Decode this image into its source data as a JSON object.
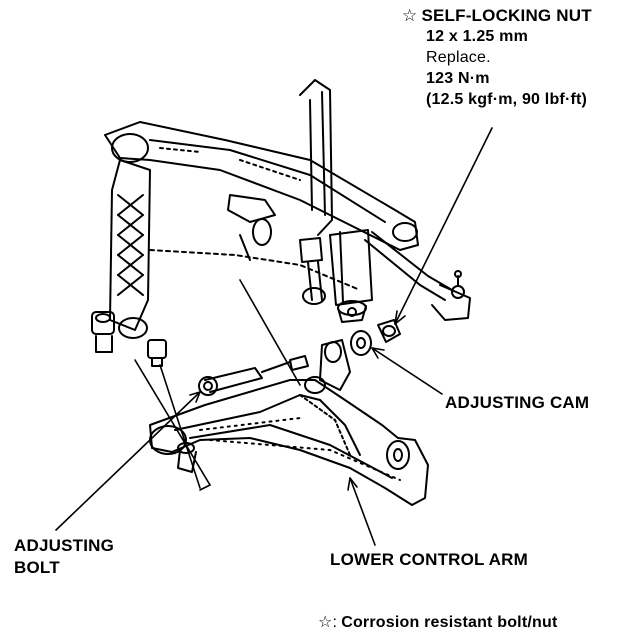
{
  "nut_spec": {
    "marker": "☆",
    "title": "SELF-LOCKING NUT",
    "size": "12 x 1.25 mm",
    "note": "Replace.",
    "torque_nm": "123 N·m",
    "torque_alt": "(12.5 kgf·m, 90 lbf·ft)"
  },
  "labels": {
    "adjusting_cam": "ADJUSTING CAM",
    "adjusting_bolt_line1": "ADJUSTING",
    "adjusting_bolt_line2": "BOLT",
    "lower_control_arm": "LOWER CONTROL ARM"
  },
  "legend": {
    "marker": "☆:",
    "text": "Corrosion resistant bolt/nut"
  }
}
